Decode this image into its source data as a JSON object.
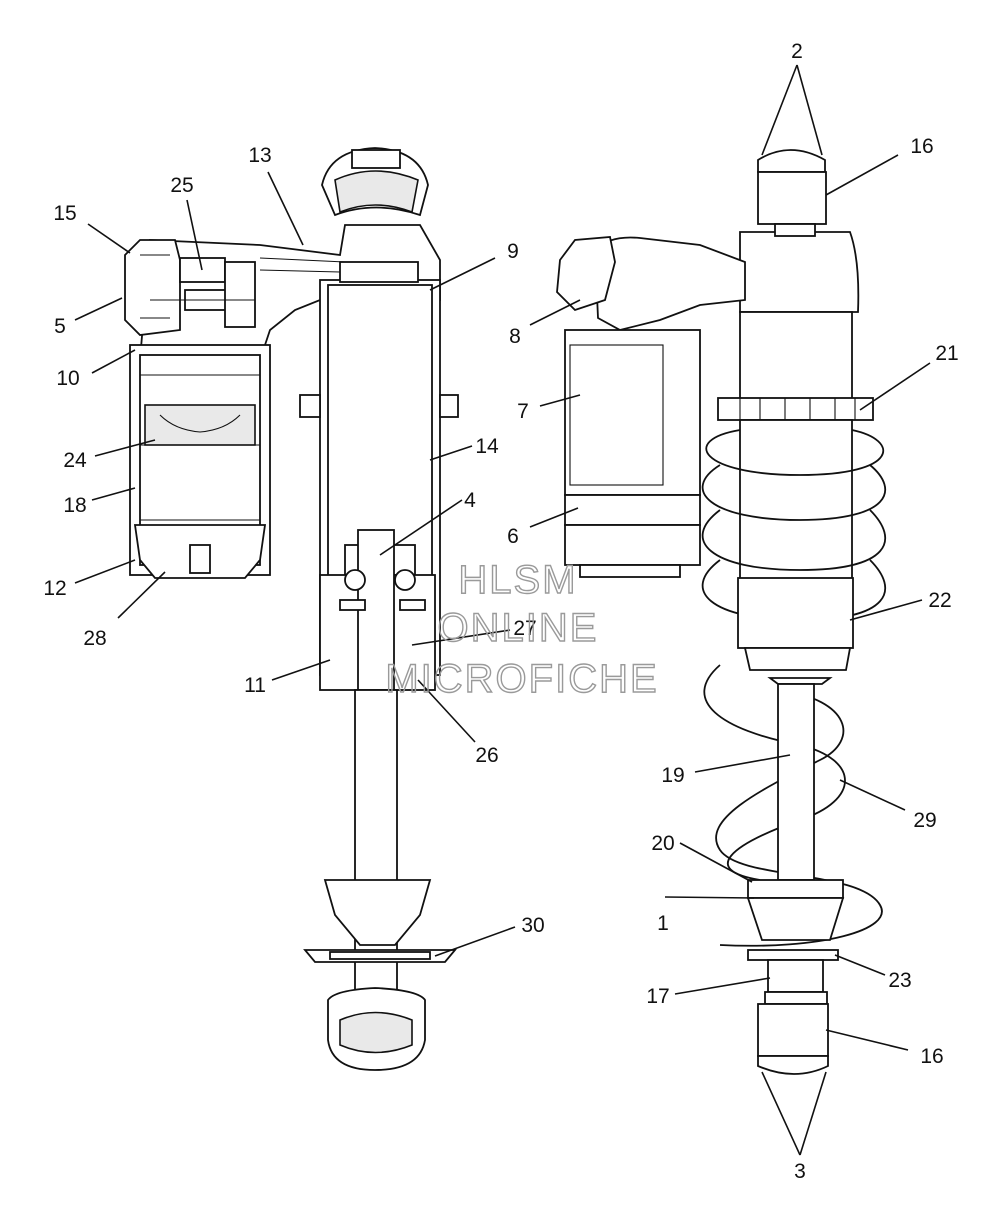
{
  "watermark": {
    "line1": "HLSM",
    "line2": "ONLINE",
    "line3": "MICROFICHE"
  },
  "callouts": [
    "1",
    "2",
    "3",
    "4",
    "5",
    "6",
    "7",
    "8",
    "9",
    "10",
    "11",
    "12",
    "13",
    "14",
    "15",
    "16",
    "17",
    "18",
    "19",
    "20",
    "21",
    "22",
    "23",
    "24",
    "25",
    "26",
    "27",
    "28",
    "29",
    "30"
  ],
  "callouts_repeated": {
    "16_lower": "16"
  }
}
